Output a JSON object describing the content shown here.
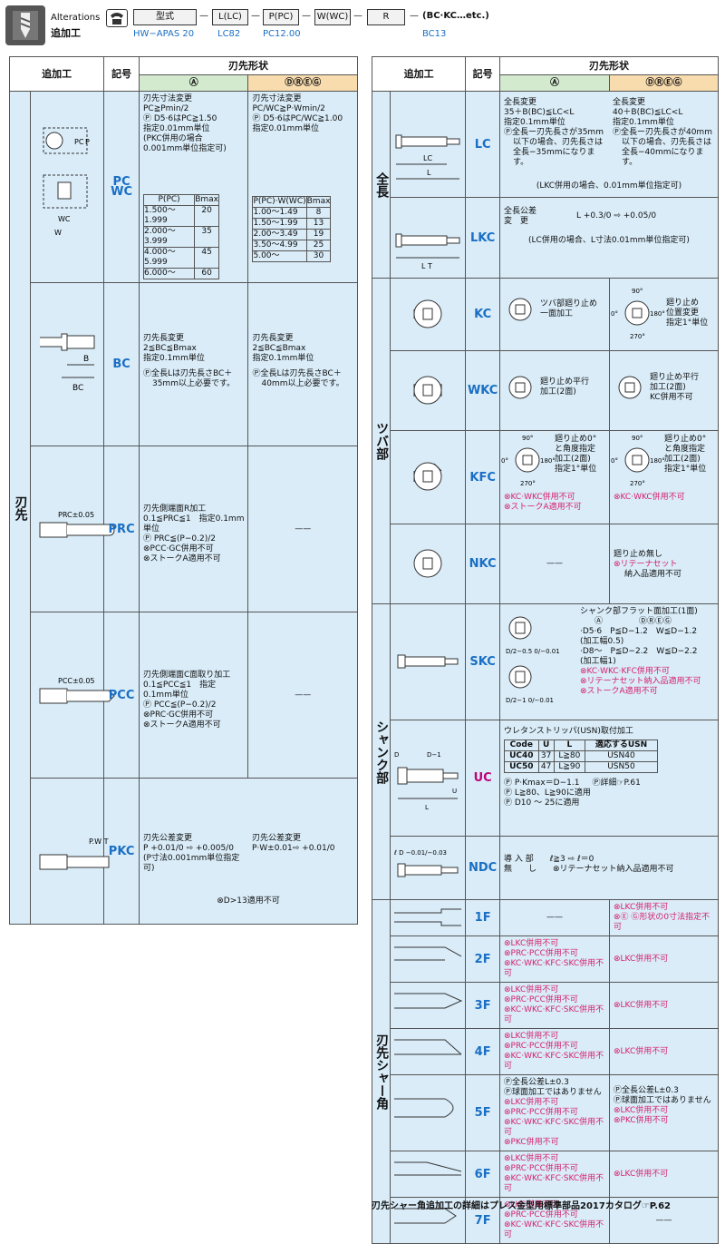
{
  "header": {
    "alterations_en": "Alterations",
    "alterations_jp": "追加工",
    "boxes": [
      "型式",
      "L(LC)",
      "P(PC)",
      "W(WC)",
      "R"
    ],
    "dashes": [
      "—",
      "—",
      "—",
      "—",
      "—"
    ],
    "suffix": "(BC·KC…etc.)",
    "examples": [
      "HW−APAS 20",
      "LC82",
      "PC12.00",
      "BC13"
    ]
  },
  "left": {
    "col_add": "追加工",
    "col_sym": "記号",
    "col_shape": "刃先形状",
    "col_a": "Ⓐ",
    "col_dreg": "ⒹⓇⒺⒼ",
    "group": "刃先",
    "rows": {
      "pc": {
        "code1": "PC",
        "code2": "WC",
        "a_lines": [
          "刃先寸法変更",
          "PC≧Pmin/2",
          "Ⓟ D5·6はPC≧1.50",
          "指定0.01mm単位",
          "(PKC併用の場合",
          "0.001mm単位指定可)"
        ],
        "d_lines": [
          "刃先寸法変更",
          "PC/WC≧P·Wmin/2",
          "Ⓟ D5·6はPC/WC≧1.00",
          "指定0.01mm単位"
        ],
        "a_table": {
          "h": [
            "P(PC)",
            "Bmax"
          ],
          "r": [
            [
              "1.500〜1.999",
              "20"
            ],
            [
              "2.000〜3.999",
              "35"
            ],
            [
              "4.000〜5.999",
              "45"
            ],
            [
              "6.000〜",
              "60"
            ]
          ]
        },
        "d_table": {
          "h": [
            "P(PC)·W(WC)",
            "Bmax"
          ],
          "r": [
            [
              "1.00〜1.49",
              "8"
            ],
            [
              "1.50〜1.99",
              "13"
            ],
            [
              "2.00〜3.49",
              "19"
            ],
            [
              "3.50〜4.99",
              "25"
            ],
            [
              "5.00〜",
              "30"
            ]
          ]
        },
        "fig_labels": [
          "PC",
          "P",
          "WC",
          "W"
        ]
      },
      "bc": {
        "code": "BC",
        "a_lines": [
          "刃先長変更",
          "2≦BC≦Bmax",
          "指定0.1mm単位",
          "Ⓟ全長Lは刃先長さBC＋",
          "35mm以上必要です。"
        ],
        "d_lines": [
          "刃先長変更",
          "2≦BC≦Bmax",
          "指定0.1mm単位",
          "Ⓟ全長Lは刃先長さBC＋",
          "40mm以上必要です。"
        ],
        "fig_labels": [
          "B",
          "BC"
        ]
      },
      "prc": {
        "code": "PRC",
        "a_lines": [
          "刃先側端面R加工",
          "0.1≦PRC≦1　指定0.1mm単位",
          "Ⓟ PRC≦(P−0.2)/2",
          "⊗PCC·GC併用不可",
          "⊗ストークA適用不可"
        ],
        "d_text": "——",
        "fig_label": "PRC±0.05"
      },
      "pcc": {
        "code": "PCC",
        "a_lines": [
          "刃先側端面C面取り加工",
          "0.1≦PCC≦1　指定0.1mm単位",
          "Ⓟ PCC≦(P−0.2)/2",
          "⊗PRC·GC併用不可",
          "⊗ストークA適用不可"
        ],
        "d_text": "——",
        "fig_label": "PCC±0.05"
      },
      "pkc": {
        "code": "PKC",
        "a_lines": [
          "刃先公差変更",
          "P +0.01/0 ⇨ +0.005/0",
          "(P寸法0.001mm単位指定可)"
        ],
        "d_lines": [
          "刃先公差変更",
          "P·W±0.01⇨ +0.01/0"
        ],
        "note": "⊗D>13適用不可",
        "fig_label": "P.W T"
      }
    }
  },
  "right": {
    "col_add": "追加工",
    "col_sym": "記号",
    "col_shape": "刃先形状",
    "col_a": "Ⓐ",
    "col_dreg": "ⒹⓇⒺⒼ",
    "groups": [
      "全長",
      "ツバ部",
      "シャンク部",
      "刃先シャー角"
    ],
    "lc": {
      "code": "LC",
      "a_lines": [
        "全長変更",
        "35＋B(BC)≦LC<L",
        "指定0.1mm単位",
        "Ⓟ全長ー刃先長さが35mm",
        "以下の場合、刃先長さは",
        "全長−35mmになります。"
      ],
      "d_lines": [
        "全長変更",
        "40＋B(BC)≦LC<L",
        "指定0.1mm単位",
        "Ⓟ全長ー刃先長さが40mm",
        "以下の場合、刃先長さは",
        "全長−40mmになります。"
      ],
      "note": "(LKC併用の場合、0.01mm単位指定可)",
      "fig_labels": [
        "LC",
        "L"
      ]
    },
    "lkc": {
      "code": "LKC",
      "lines": [
        "全長公差",
        "変　更",
        "L +0.3/0 ⇨ +0.05/0"
      ],
      "note": "(LC併用の場合、L寸法0.01mm単位指定可)",
      "fig_label": "L T"
    },
    "kc": {
      "code": "KC",
      "a_lines": [
        "ツバ部廻り止め",
        "一面加工"
      ],
      "d_lines": [
        "廻り止め",
        "位置変更",
        "指定1°単位"
      ],
      "angles": [
        "90°",
        "0°",
        "180°",
        "270°"
      ]
    },
    "wkc": {
      "code": "WKC",
      "a_lines": [
        "廻り止め平行",
        "加工(2面)"
      ],
      "d_lines": [
        "廻り止め平行",
        "加工(2面)",
        "KC併用不可"
      ]
    },
    "kfc": {
      "code": "KFC",
      "a_lines": [
        "廻り止め0°",
        "と角度指定",
        "加工(2面)",
        "指定1°単位"
      ],
      "d_lines": [
        "廻り止め0°",
        "と角度指定",
        "加工(2面)",
        "指定1°単位"
      ],
      "a_notes": [
        "⊗KC·WKC併用不可",
        "⊗ストークA適用不可"
      ],
      "d_notes": [
        "⊗KC·WKC併用不可"
      ],
      "angles": [
        "90°",
        "0°",
        "180°",
        "270°"
      ]
    },
    "nkc": {
      "code": "NKC",
      "a_text": "——",
      "d_lines": [
        "廻り止め無し",
        "⊗リテーナセット",
        "納入品適用不可"
      ]
    },
    "skc": {
      "code": "SKC",
      "title": "シャンク部フラット面加工(1面)",
      "a_label": "Ⓐ",
      "d_label": "ⒹⓇⒺⒼ",
      "lines": [
        "·D5·6　P≦D−1.2　W≦D−1.2",
        "(加工幅0.5)",
        "·D8〜　P≦D−2.2　W≦D−2.2",
        "(加工幅1)"
      ],
      "notes": [
        "⊗KC·WKC·KFC併用不可",
        "⊗リテーナセット納入品適用不可",
        "⊗ストークA適用不可"
      ],
      "dims": [
        "D/2−0.5 0/−0.01",
        "D/2−1 0/−0.01"
      ]
    },
    "uc": {
      "code": "UC",
      "title": "ウレタンストリッパ(USN)取付加工",
      "table": {
        "h": [
          "Code",
          "U",
          "L",
          "適応するUSN"
        ],
        "r": [
          [
            "UC40",
            "37",
            "L≧80",
            "USN40"
          ],
          [
            "UC50",
            "47",
            "L≧90",
            "USN50"
          ]
        ]
      },
      "notes": [
        "Ⓟ P·Kmax＝D−1.1",
        "Ⓟ詳細☞P.61",
        "Ⓟ L≧80、L≧90に適用",
        "Ⓟ D10 〜 25に適用"
      ],
      "fig_labels": [
        "D",
        "D−1",
        "U",
        "L"
      ]
    },
    "ndc": {
      "code": "NDC",
      "lines": [
        "導 入 部　　ℓ≧3 ⇨ ℓ＝0",
        "無　　し　　⊗リテーナセット納入品適用不可"
      ],
      "fig_label": "ℓ D −0.01/−0.03"
    },
    "shear": [
      {
        "code": "1F",
        "a": [
          "——"
        ],
        "d": [
          "⊗LKC併用不可",
          "⊗Ⓔ Ⓖ形状の0寸法指定不可"
        ]
      },
      {
        "code": "2F",
        "a": [
          "⊗LKC併用不可",
          "⊗PRC·PCC併用不可",
          "⊗KC·WKC·KFC·SKC併用不可"
        ],
        "d": [
          "⊗LKC併用不可"
        ]
      },
      {
        "code": "3F",
        "a": [
          "⊗LKC併用不可",
          "⊗PRC·PCC併用不可",
          "⊗KC·WKC·KFC·SKC併用不可"
        ],
        "d": [
          "⊗LKC併用不可"
        ]
      },
      {
        "code": "4F",
        "a": [
          "⊗LKC併用不可",
          "⊗PRC·PCC併用不可",
          "⊗KC·WKC·KFC·SKC併用不可"
        ],
        "d": [
          "⊗LKC併用不可"
        ]
      },
      {
        "code": "5F",
        "a": [
          "Ⓟ全長公差L±0.3",
          "Ⓟ球面加工ではありません",
          "⊗LKC併用不可",
          "⊗PRC·PCC併用不可",
          "⊗KC·WKC·KFC·SKC併用不可",
          "⊗PKC併用不可"
        ],
        "d": [
          "Ⓟ全長公差L±0.3",
          "Ⓟ球面加工ではありません",
          "⊗LKC併用不可",
          "⊗PKC併用不可"
        ]
      },
      {
        "code": "6F",
        "a": [
          "⊗LKC併用不可",
          "⊗PRC·PCC併用不可",
          "⊗KC·WKC·KFC·SKC併用不可"
        ],
        "d": [
          "⊗LKC併用不可"
        ]
      },
      {
        "code": "7F",
        "a": [
          "⊗LKC併用不可",
          "⊗PRC·PCC併用不可",
          "⊗KC·WKC·KFC·SKC併用不可"
        ],
        "d": [
          "——"
        ]
      }
    ]
  },
  "footer": "刃先シャー角追加工の詳細はプレス金型用標準部品2017カタログ☞P.62"
}
